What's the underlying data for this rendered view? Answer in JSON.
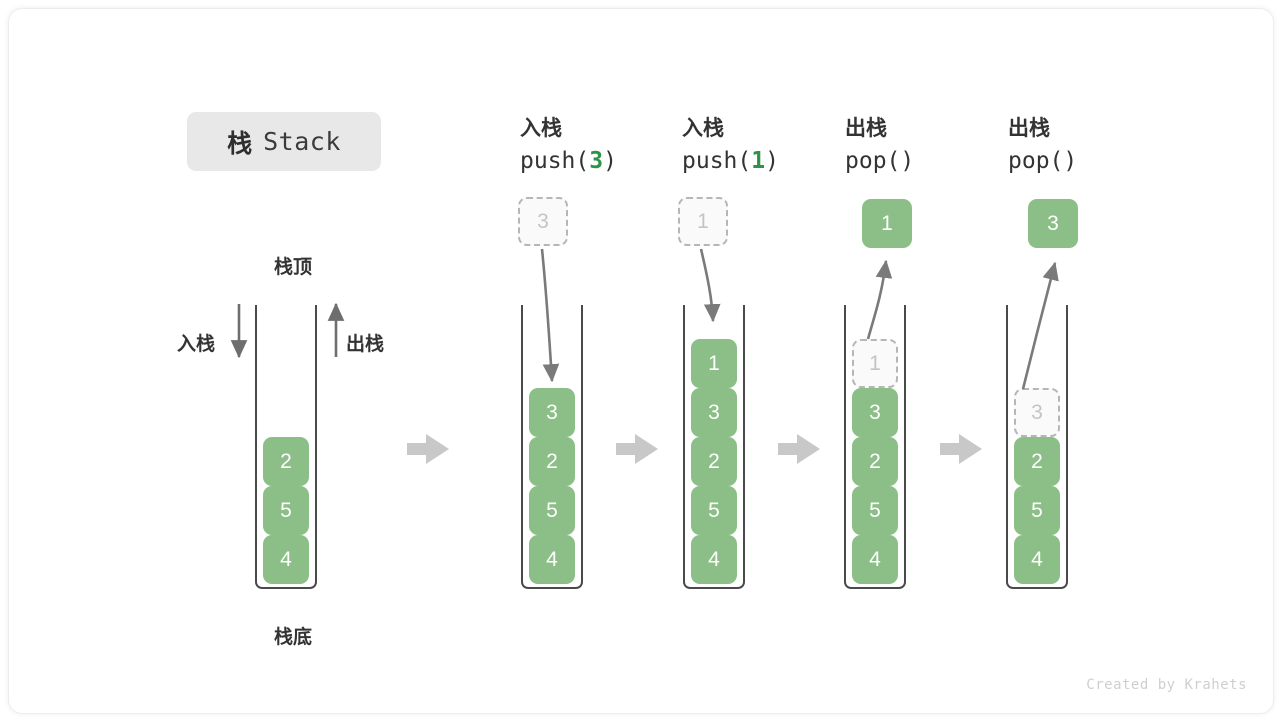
{
  "title": {
    "cn": "栈",
    "en": "Stack"
  },
  "labels": {
    "top": "栈顶",
    "bottom": "栈底",
    "push_side": "入栈",
    "pop_side": "出栈"
  },
  "footer": "Created by Krahets",
  "colors": {
    "cell_fill": "#8bbf87",
    "cell_text": "#ffffff",
    "ghost_border": "#b6b6b6",
    "ghost_text": "#c4c4c4",
    "arrow": "#7a7a7a",
    "separator_arrow": "#c8c8c8",
    "accent_green": "#2d9347",
    "stack_border": "#4a4a4a",
    "badge_bg": "#e8e8e8"
  },
  "initial_stack": {
    "name": "initial",
    "items": [
      "2",
      "5",
      "4"
    ]
  },
  "steps": [
    {
      "head_cn": "入栈",
      "head_code_prefix": "push(",
      "head_code_arg": "3",
      "head_code_suffix": ")",
      "operation": "push",
      "float_value": "3",
      "float_kind": "ghost",
      "items": [
        {
          "value": "3",
          "kind": "filled"
        },
        {
          "value": "2",
          "kind": "filled"
        },
        {
          "value": "5",
          "kind": "filled"
        },
        {
          "value": "4",
          "kind": "filled"
        }
      ]
    },
    {
      "head_cn": "入栈",
      "head_code_prefix": "push(",
      "head_code_arg": "1",
      "head_code_suffix": ")",
      "operation": "push",
      "float_value": "1",
      "float_kind": "ghost",
      "items": [
        {
          "value": "1",
          "kind": "filled"
        },
        {
          "value": "3",
          "kind": "filled"
        },
        {
          "value": "2",
          "kind": "filled"
        },
        {
          "value": "5",
          "kind": "filled"
        },
        {
          "value": "4",
          "kind": "filled"
        }
      ]
    },
    {
      "head_cn": "出栈",
      "head_code_prefix": "pop(",
      "head_code_arg": "",
      "head_code_suffix": ")",
      "operation": "pop",
      "float_value": "1",
      "float_kind": "filled",
      "items": [
        {
          "value": "1",
          "kind": "ghost"
        },
        {
          "value": "3",
          "kind": "filled"
        },
        {
          "value": "2",
          "kind": "filled"
        },
        {
          "value": "5",
          "kind": "filled"
        },
        {
          "value": "4",
          "kind": "filled"
        }
      ]
    },
    {
      "head_cn": "出栈",
      "head_code_prefix": "pop(",
      "head_code_arg": "",
      "head_code_suffix": ")",
      "operation": "pop",
      "float_value": "3",
      "float_kind": "filled",
      "items": [
        {
          "value": "3",
          "kind": "ghost"
        },
        {
          "value": "2",
          "kind": "filled"
        },
        {
          "value": "5",
          "kind": "filled"
        },
        {
          "value": "4",
          "kind": "filled"
        }
      ]
    }
  ]
}
